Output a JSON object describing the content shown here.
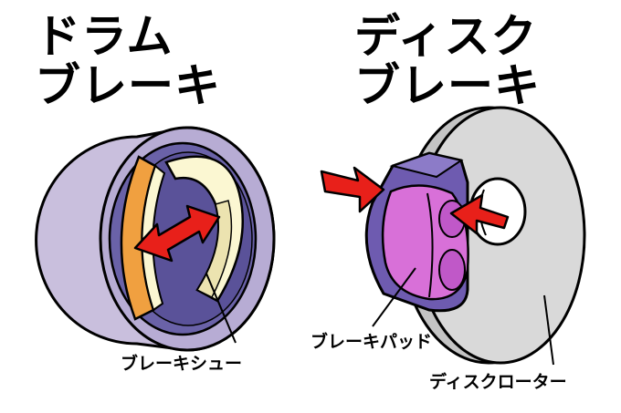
{
  "drum": {
    "title_line1": "ドラム",
    "title_line2": "ブレーキ",
    "shoe_label": "ブレーキシュー"
  },
  "disc": {
    "title_line1": "ディスク",
    "title_line2": "ブレーキ",
    "pad_label": "ブレーキパッド",
    "rotor_label": "ディスクローター"
  },
  "colors": {
    "drum_outer": "#c9bfdd",
    "drum_inner": "#6a62a8",
    "shoe_cream": "#fbf7d2",
    "shoe_orange": "#f0a040",
    "rotor_gray": "#d9d9d9",
    "caliper_purple": "#6e5bb0",
    "pad_pink": "#d870d8",
    "arrow_red": "#e8201a"
  }
}
